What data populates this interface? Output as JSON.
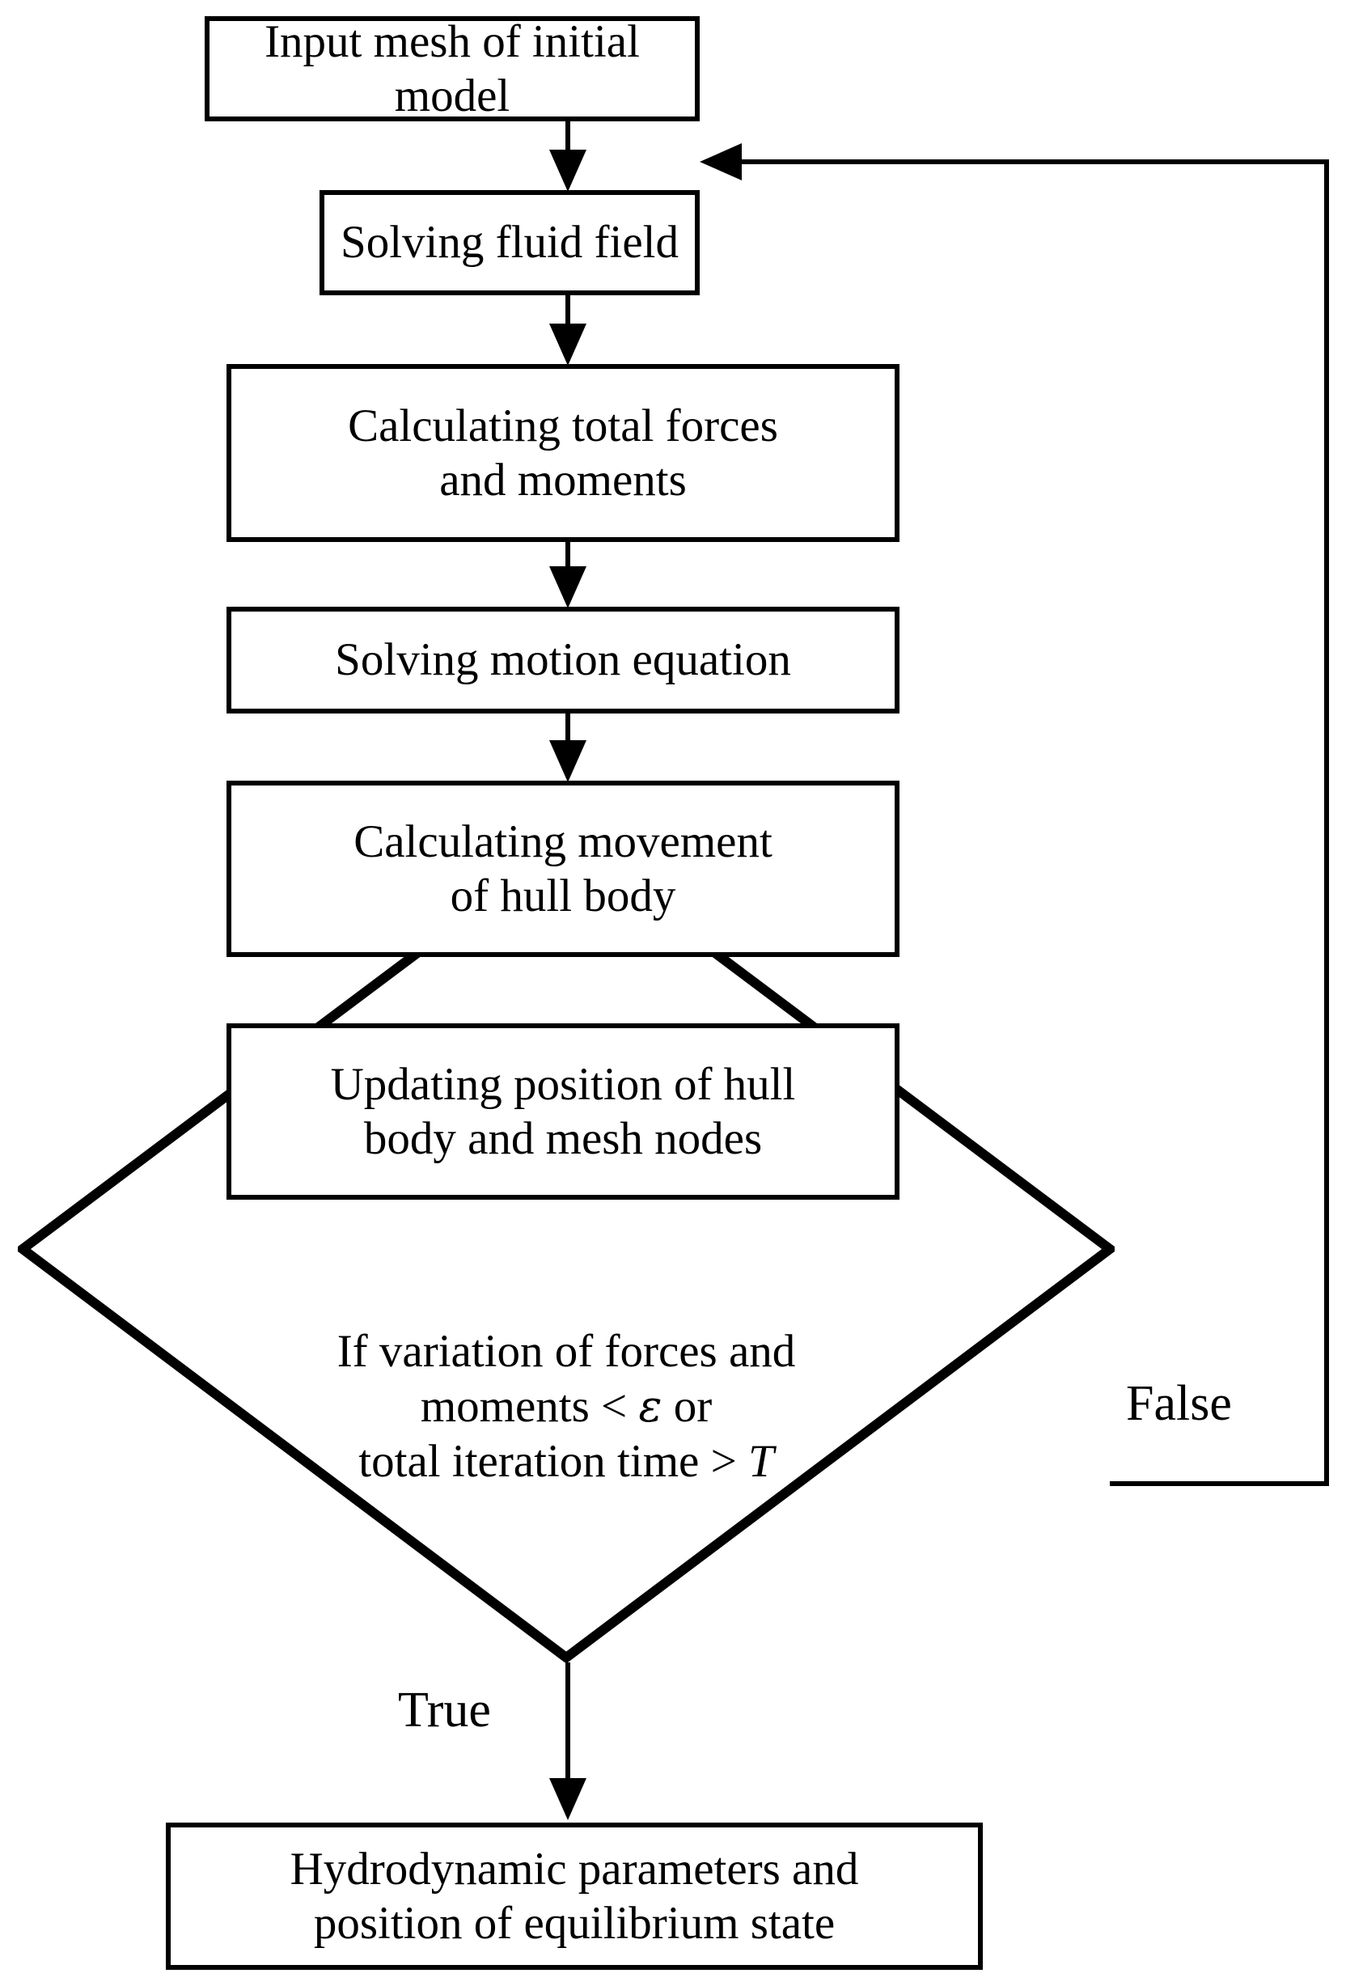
{
  "diagram": {
    "type": "flowchart",
    "title": "Iterative hydrodynamic solution flowchart",
    "background": "#ffffff",
    "stroke_color": "#000000"
  },
  "nodes": {
    "input": {
      "shape": "rectangle",
      "label": "Input mesh of  initial model"
    },
    "solve_fluid": {
      "shape": "rectangle",
      "label": "Solving fluid field"
    },
    "total_forces": {
      "shape": "rectangle",
      "label": "Calculating total forces\nand moments"
    },
    "motion_equation": {
      "shape": "rectangle",
      "label": "Solving motion equation"
    },
    "movement": {
      "shape": "rectangle",
      "label": "Calculating movement\nof hull body"
    },
    "update_position": {
      "shape": "rectangle",
      "label": "Updating position of  hull\nbody and mesh nodes"
    },
    "decision": {
      "shape": "diamond",
      "line1": "If variation of forces and",
      "line2_pre": "moments <  ",
      "line2_symbol": "ε",
      "line2_post": " or",
      "line3_pre": "total iteration time > ",
      "line3_symbol": "T"
    },
    "result": {
      "shape": "rectangle",
      "label": "Hydrodynamic parameters and\nposition of equilibrium state"
    }
  },
  "edges": {
    "false_label": "False",
    "true_label": "True"
  }
}
